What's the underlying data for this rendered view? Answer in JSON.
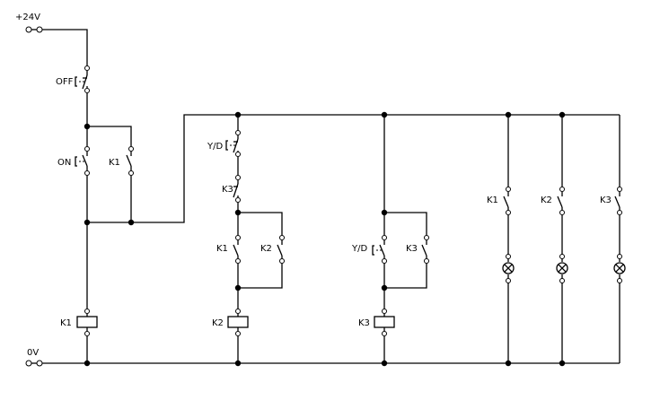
{
  "supply": {
    "positive": "+24V",
    "ground": "0V"
  },
  "buttons": {
    "off": "OFF",
    "on": "ON",
    "star_delta": "Y/D"
  },
  "relays": {
    "k1": "K1",
    "k2": "K2",
    "k3": "K3"
  },
  "colors": {
    "line": "#000000",
    "background": "#ffffff"
  }
}
